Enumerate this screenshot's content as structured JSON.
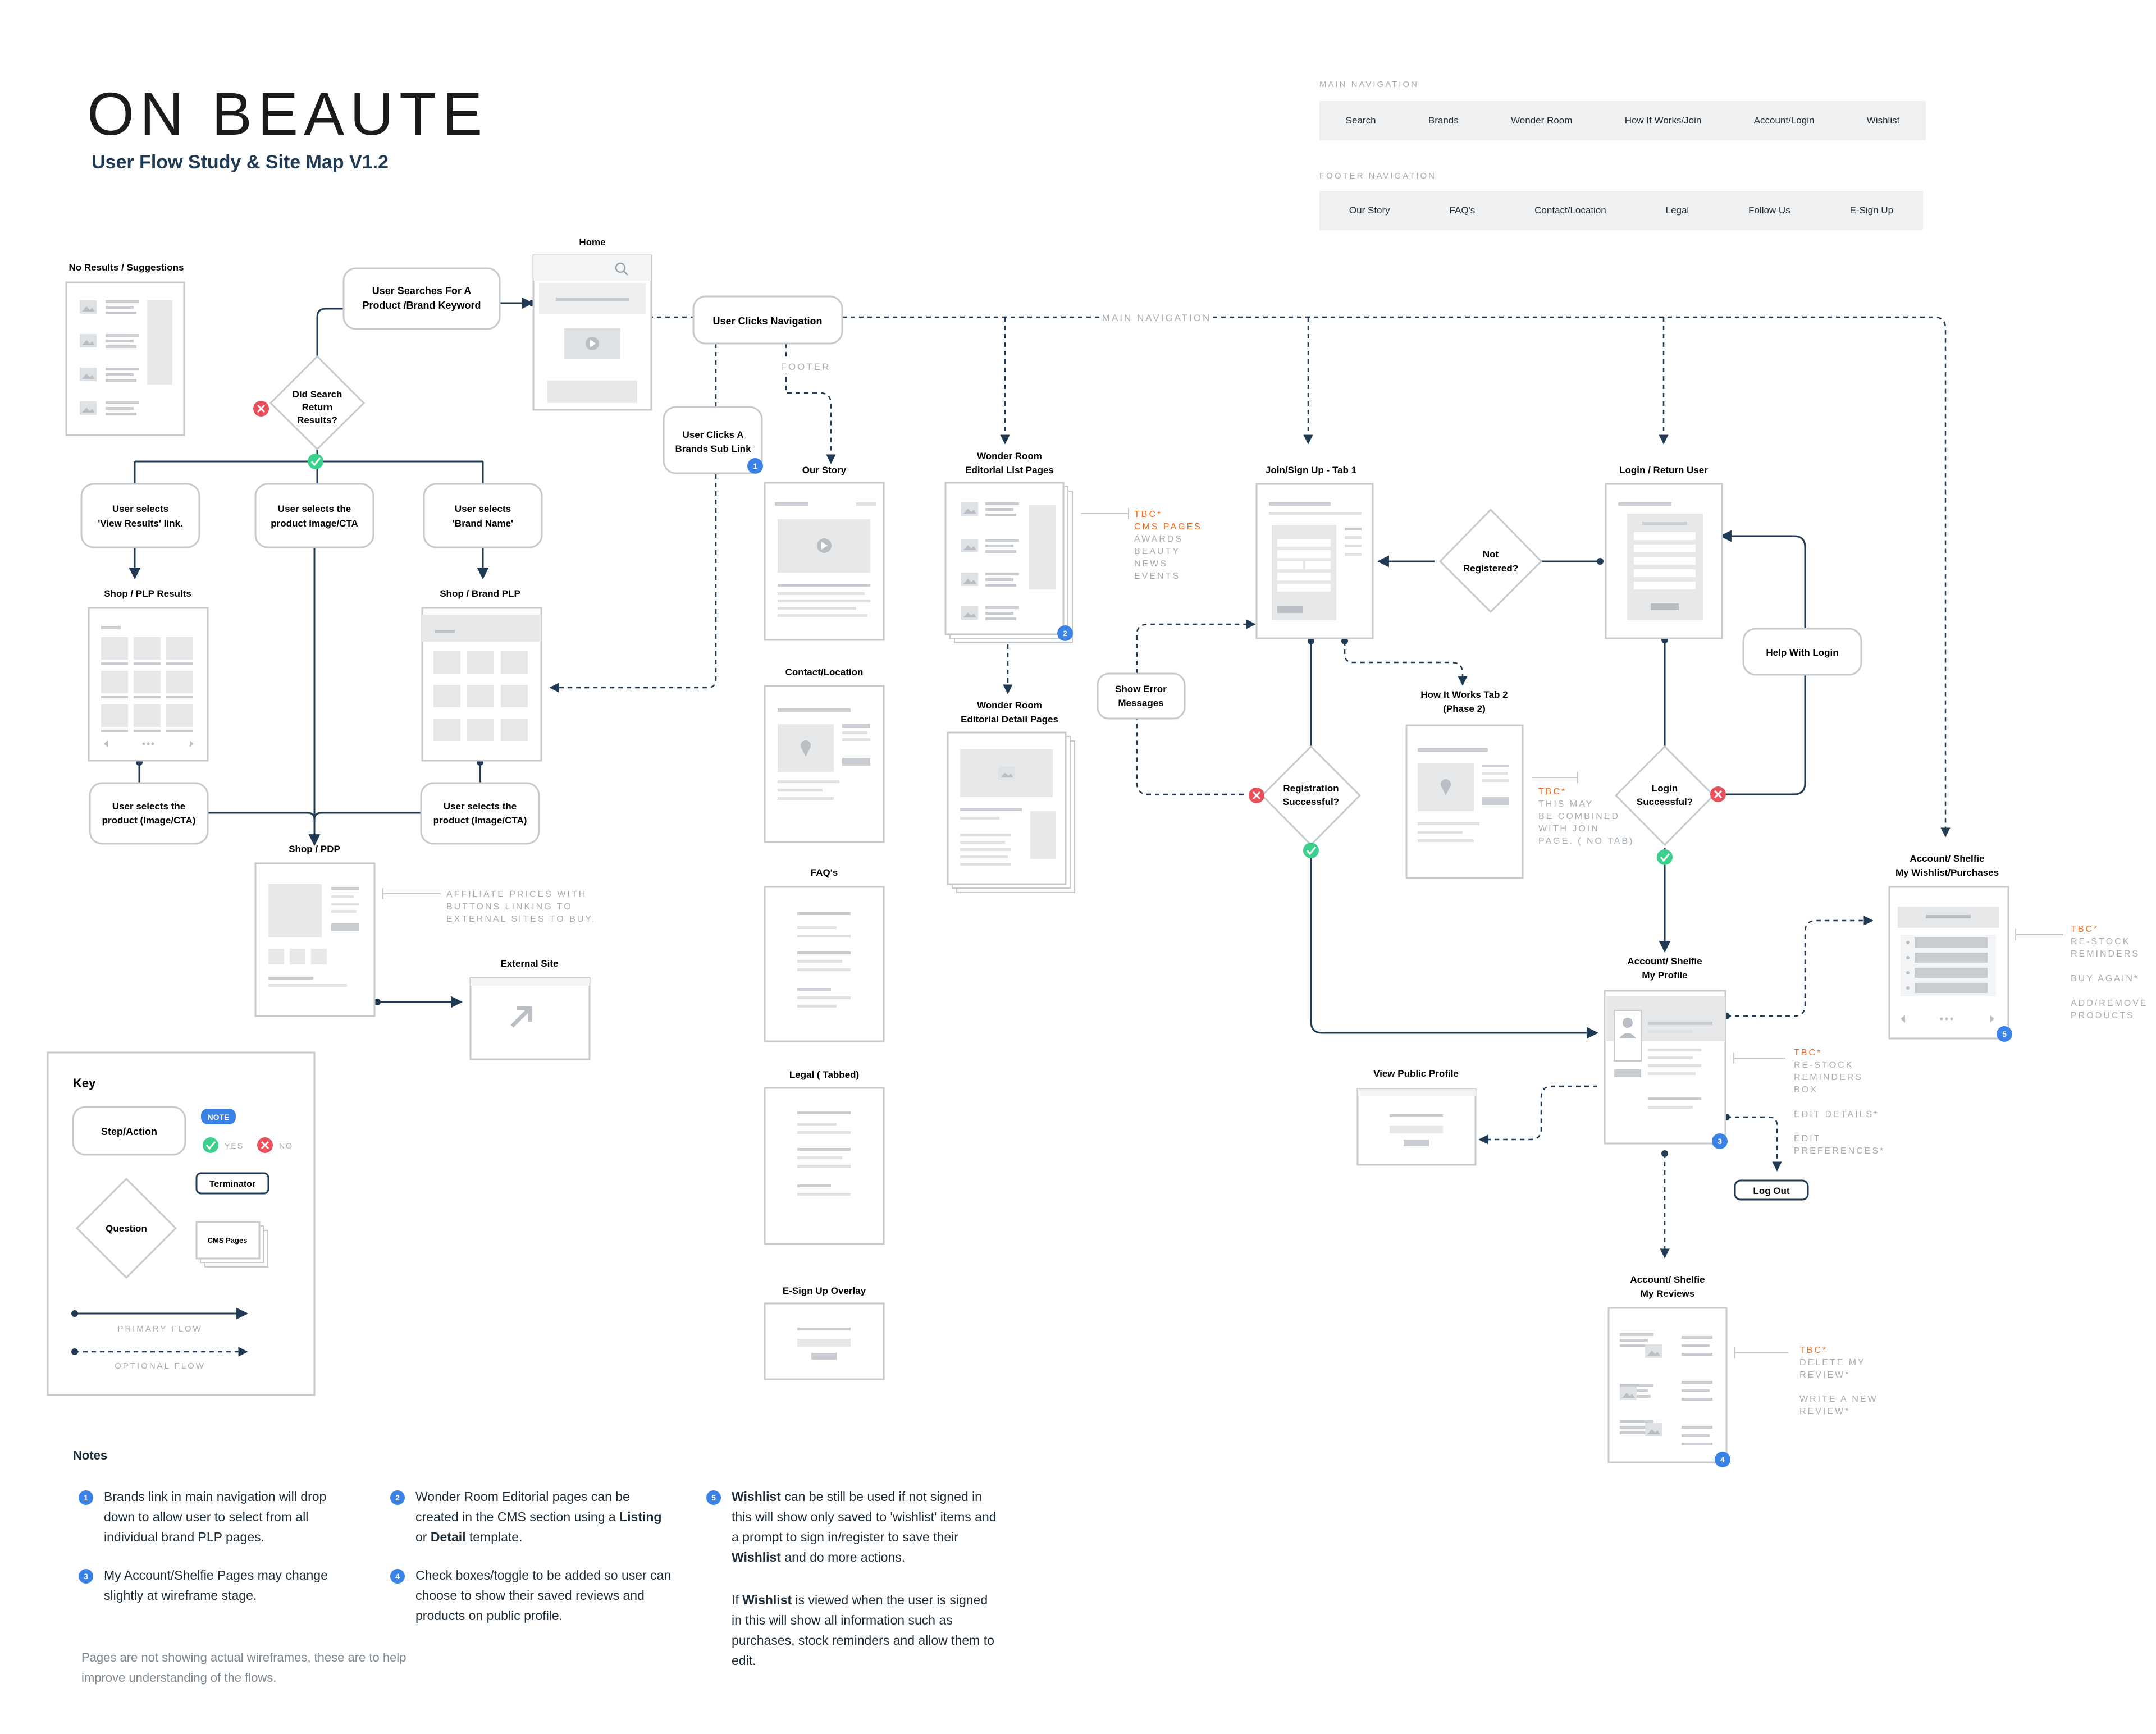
{
  "brand": {
    "logo_text": "ON BEAUTE",
    "title": "User Flow Study & Site Map V1.2"
  },
  "main_navigation": {
    "label": "MAIN NAVIGATION",
    "items": [
      "Search",
      "Brands",
      "Wonder Room",
      "How It Works/Join",
      "Account/Login",
      "Wishlist"
    ]
  },
  "footer_navigation": {
    "label": "FOOTER NAVIGATION",
    "items": [
      "Our Story",
      "FAQ's",
      "Contact/Location",
      "Legal",
      "Follow Us",
      "E-Sign Up"
    ]
  },
  "pages": {
    "no_results": "No Results / Suggestions",
    "home": "Home",
    "our_story": "Our Story",
    "contact": "Contact/Location",
    "faqs": "FAQ's",
    "legal": "Legal ( Tabbed)",
    "esignup": "E-Sign Up Overlay",
    "wonder_list": [
      "Wonder Room",
      "Editorial List Pages"
    ],
    "wonder_detail": [
      "Wonder Room",
      "Editorial Detail Pages"
    ],
    "shop_plp_results": "Shop / PLP Results",
    "shop_brand_plp": "Shop / Brand PLP",
    "shop_pdp": "Shop / PDP",
    "external_site": "External Site",
    "join": "Join/Sign Up - Tab 1",
    "login": "Login / Return User",
    "how_it_works": [
      "How It Works Tab 2",
      "(Phase 2)"
    ],
    "profile": [
      "Account/ Shelfie",
      "My Profile"
    ],
    "wishlist": [
      "Account/ Shelfie",
      "My Wishlist/Purchases"
    ],
    "reviews": [
      "Account/ Shelfie",
      "My Reviews"
    ],
    "public_profile": "View Public Profile"
  },
  "steps": {
    "search": [
      "User Searches For A",
      "Product /Brand Keyword"
    ],
    "clicks_nav": "User Clicks Navigation",
    "brands_sub": [
      "User Clicks A",
      "Brands Sub Link"
    ],
    "view_results": [
      "User selects",
      "'View Results' link."
    ],
    "product_image": [
      "User selects the",
      "product Image/CTA"
    ],
    "brand_name": [
      "User selects",
      "'Brand Name'"
    ],
    "select_product_left": [
      "User selects the",
      "product (Image/CTA)"
    ],
    "select_product_right": [
      "User selects the",
      "product (Image/CTA)"
    ],
    "show_error": [
      "Show Error",
      "Messages"
    ],
    "help_login": "Help With Login",
    "log_out": "Log Out"
  },
  "questions": {
    "search_results": [
      "Did Search",
      "Return",
      "Results?"
    ],
    "not_registered": [
      "Not",
      "Registered?"
    ],
    "registration": [
      "Registration",
      "Successful?"
    ],
    "login": [
      "Login",
      "Successful?"
    ]
  },
  "flow_labels": {
    "main_navigation": "MAIN NAVIGATION",
    "footer": "FOOTER"
  },
  "annotations": {
    "wonder_tbc": "TBC*",
    "wonder_cms": "CMS PAGES",
    "wonder_items": [
      "AWARDS",
      "BEAUTY",
      "NEWS",
      "EVENTS"
    ],
    "pdp_note": [
      "AFFILIATE PRICES WITH",
      "BUTTONS LINKING TO",
      "EXTERNAL SITES TO BUY."
    ],
    "hiw_tbc": "TBC*",
    "hiw_note": [
      "THIS MAY",
      "BE COMBINED",
      "WITH JOIN",
      "PAGE. ( NO TAB)"
    ],
    "profile_tbc": "TBC*",
    "profile_note": [
      "RE-STOCK",
      "REMINDERS",
      "BOX"
    ],
    "profile_edit_details": "EDIT DETAILS*",
    "profile_edit_prefs": [
      "EDIT",
      "PREFERENCES*"
    ],
    "wishlist_tbc": "TBC*",
    "wishlist_note": [
      "RE-STOCK",
      "REMINDERS"
    ],
    "wishlist_buy_again": "BUY AGAIN*",
    "wishlist_add_remove": [
      "ADD/REMOVE",
      "PRODUCTS"
    ],
    "reviews_tbc": "TBC*",
    "reviews_delete": [
      "DELETE MY",
      "REVIEW*"
    ],
    "reviews_write": [
      "WRITE A NEW",
      "REVIEW*"
    ]
  },
  "key": {
    "title": "Key",
    "step": "Step/Action",
    "note_badge": "NOTE",
    "yes": "YES",
    "no": "NO",
    "terminator": "Terminator",
    "question": "Question",
    "cms_pages": "CMS Pages",
    "primary_flow": "PRIMARY FLOW",
    "optional_flow": "OPTIONAL FLOW"
  },
  "note_badges": [
    "1",
    "2",
    "3",
    "4",
    "5"
  ],
  "notes": {
    "title": "Notes",
    "n1": "Brands link in main navigation will drop down to allow user to select from all individual brand PLP pages.",
    "n2_a": "Wonder Room Editorial pages can be created in the CMS section using a ",
    "n2_b": "Listing",
    "n2_c": " or ",
    "n2_d": "Detail",
    "n2_e": " template.",
    "n3": "My Account/Shelfie Pages may change slightly at wireframe stage.",
    "n4": "Check boxes/toggle to be added so user can choose to show their saved reviews and products on public profile.",
    "n5_a": "Wishlist",
    "n5_b": " can be still be used if not signed in this will show only saved to 'wishlist' items and a prompt to sign in/register to save their ",
    "n5_c": "Wishlist",
    "n5_d": " and do more actions.",
    "n5e_a": "If ",
    "n5e_b": "Wishlist",
    "n5e_c": " is viewed when the user is signed in this will show all information such as purchases, stock reminders and allow them to edit.",
    "footnote": "Pages are not showing actual wireframes, these are to help improve understanding of the flows."
  },
  "colors": {
    "accent_orange": "#f26b1d",
    "note_blue": "#3b82e6",
    "yes_green": "#3ccf8e",
    "no_red": "#e8505b",
    "line": "#1f3a52",
    "wire_grey": "#d8dbde"
  }
}
